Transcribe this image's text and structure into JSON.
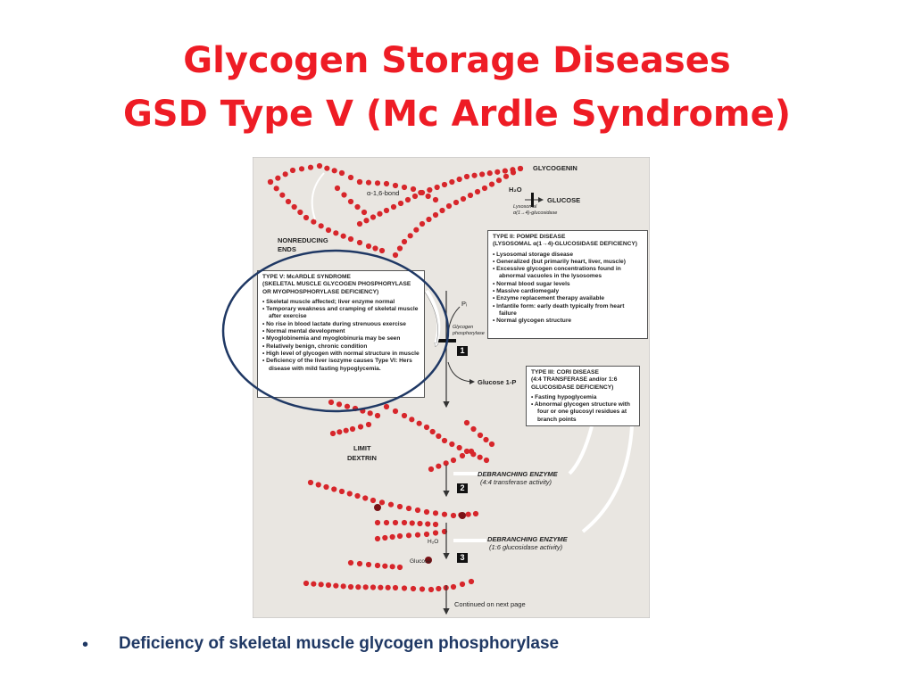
{
  "slide": {
    "title_line1": "Glycogen Storage Diseases",
    "title_line2": "GSD Type V  (Mc Ardle Syndrome)",
    "bullet_text": "Deficiency of skeletal muscle glycogen phosphorylase"
  },
  "diagram": {
    "labels": {
      "glycogenin": "GLYCOGENIN",
      "alpha_bond": "α-1,6-bond",
      "h2o_top": "H₂O",
      "glucose_top": "GLUCOSE",
      "lysosomal": "Lysosomal",
      "lysosomal_enzyme": "α(1→4)-glucosidase",
      "nonreducing_1": "NONREDUCING",
      "nonreducing_2": "ENDS",
      "pi": "Pᵢ",
      "glycogen_1": "Glycogen",
      "glycogen_2": "phosphorylase",
      "glucose_1p": "Glucose 1-P",
      "limit_1": "LIMIT",
      "limit_2": "DEXTRIN",
      "debranch1_title": "DEBRANCHING ENZYME",
      "debranch1_sub": "(4:4 transferase activity)",
      "debranch2_title": "DEBRANCHING ENZYME",
      "debranch2_sub": "(1:6 glucosidase activity)",
      "h2o_bottom": "H₂O",
      "glucose_bottom": "Glucose",
      "continued": "Continued on next page",
      "step1": "1",
      "step2": "2",
      "step3": "3"
    },
    "mcardle": {
      "head1": "TYPE V: McARDLE SYNDROME",
      "head2": "(SKELETAL MUSCLE GLYCOGEN PHOSPHORYLASE",
      "head3": "OR MYOPHOSPHORYLASE DEFICIENCY)",
      "items": [
        "Skeletal muscle affected; liver enzyme normal",
        "Temporary weakness and cramping of skeletal muscle after exercise",
        "No rise in blood lactate during strenuous exercise",
        "Normal mental development",
        "Myoglobinemia and myoglobinuria may be seen",
        "Relatively benign, chronic condition",
        "High level of glycogen with normal structure in muscle",
        "Deficiency of the liver isozyme causes Type VI: Hers disease with mild fasting hypoglycemia."
      ]
    },
    "pompe": {
      "head1": "TYPE II: POMPE DISEASE",
      "head2": "(LYSOSOMAL α(1→4)-GLUCOSIDASE DEFICIENCY)",
      "items": [
        "Lysosomal storage disease",
        "Generalized (but primarily heart, liver, muscle)",
        "Excessive glycogen concentrations found in abnormal vacuoles in the lysosomes",
        "Normal blood sugar levels",
        "Massive cardiomegaly",
        "Enzyme replacement therapy available",
        "Infantile form: early death typically from heart failure",
        "Normal glycogen structure"
      ]
    },
    "cori": {
      "head1": "TYPE III: CORI DISEASE",
      "head2": "(4:4 TRANSFERASE and/or 1:6",
      "head3": "GLUCOSIDASE DEFICIENCY)",
      "items": [
        "Fasting hypoglycemia",
        "Abnormal glycogen structure with four or one glucosyl residues at branch points"
      ]
    }
  },
  "colors": {
    "title": "#ee1c25",
    "bullet": "#1f3864",
    "figure_bg": "#e9e6e1",
    "bead": "#d7262b",
    "circle": "#1f3864"
  }
}
